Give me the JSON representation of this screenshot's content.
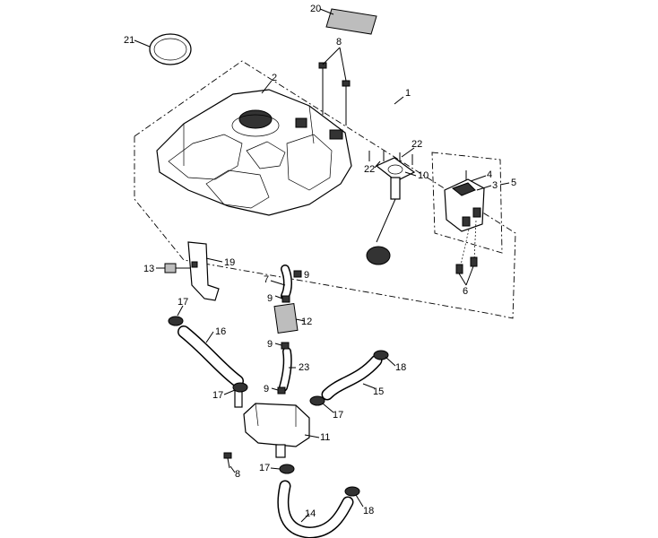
{
  "callouts": {
    "c1": "1",
    "c2": "2",
    "c3": "3",
    "c4": "4",
    "c5": "5",
    "c6": "6",
    "c7": "7",
    "c8a": "8",
    "c8b": "8",
    "c9a": "9",
    "c9b": "9",
    "c9c": "9",
    "c9d": "9",
    "c10": "10",
    "c11": "11",
    "c12": "12",
    "c13": "13",
    "c14": "14",
    "c15": "15",
    "c16": "16",
    "c17a": "17",
    "c17b": "17",
    "c17c": "17",
    "c17d": "17",
    "c18a": "18",
    "c18b": "18",
    "c19": "19",
    "c20": "20",
    "c21": "21",
    "c22a": "22",
    "c22b": "22",
    "c23": "23"
  }
}
